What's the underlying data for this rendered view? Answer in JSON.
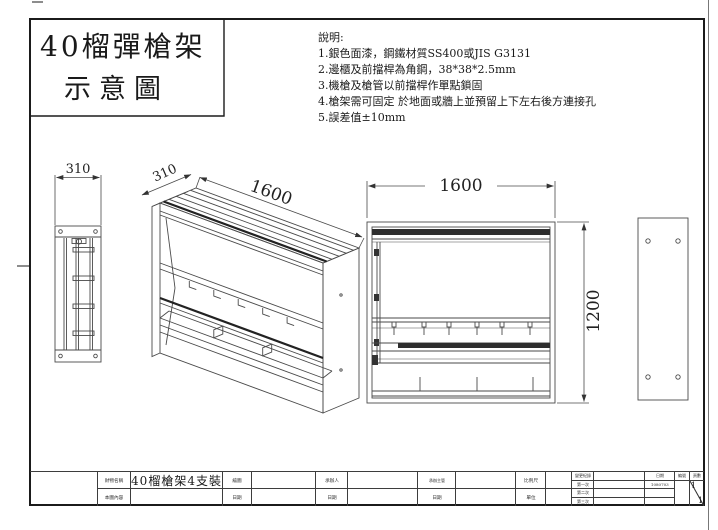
{
  "title": {
    "line1": "40榴彈槍架",
    "line2": "示意圖"
  },
  "notes": {
    "heading": "說明:",
    "items": [
      "1.銀色面漆，鋼鐵材質SS400或JIS G3131",
      "2.邊櫃及前擋桿為角鋼，38*38*2.5mm",
      "3.機槍及槍管以前擋桿作單點鎖固",
      "4.槍架需可固定 於地面或牆上並預留上下左右後方連接孔",
      "5.誤差值±10mm"
    ]
  },
  "dims": {
    "side_width": "310",
    "iso_depth": "310",
    "iso_length": "1600",
    "front_width": "1600",
    "front_height": "1200"
  },
  "tb": {
    "item_label": "財物名稱",
    "item_value": "40榴槍架4支裝",
    "content_label": "本圖內容",
    "draw_label": "繪圖",
    "handler_label": "承辦人",
    "supervisor_label": "承辦主管",
    "date_label": "日期",
    "scale_label": "比例尺",
    "unit_label": "單位",
    "revision": {
      "header": "變更紀錄",
      "row1": "第一次",
      "row2": "第二次",
      "row3": "第三次",
      "date_header": "日期",
      "first_date": "1080703"
    },
    "number_label": "編號",
    "pages_label": "頁數",
    "page_top": "1",
    "page_bottom": "1"
  }
}
